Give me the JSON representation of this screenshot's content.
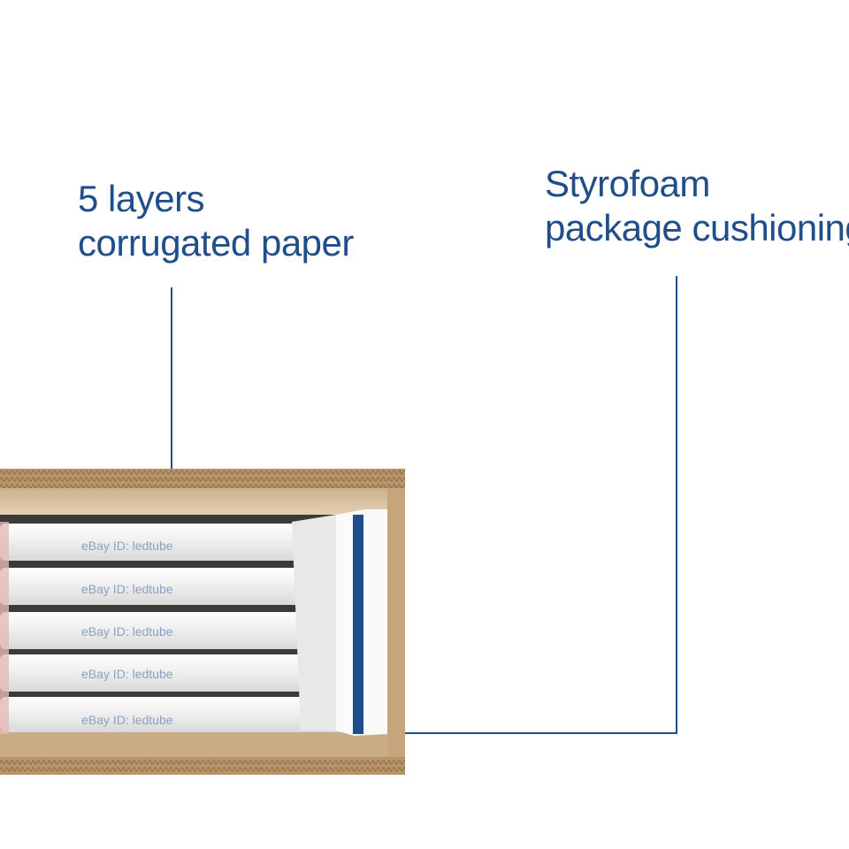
{
  "labels": {
    "left": {
      "line1": "5 layers",
      "line2": "corrugated paper"
    },
    "right": {
      "line1": "Styrofoam",
      "line2": "package cushioning"
    }
  },
  "tubes": [
    {
      "label": "eBay ID: ledtube"
    },
    {
      "label": "eBay ID: ledtube"
    },
    {
      "label": "eBay ID: ledtube"
    },
    {
      "label": "eBay ID: ledtube"
    },
    {
      "label": "eBay ID: ledtube"
    }
  ],
  "colors": {
    "annotation": "#1f4e8a",
    "cardboard": "#b8946a",
    "cardboard_inner": "#d9c3a4",
    "tube": "#f2f2f2",
    "foam": "#fafafa",
    "accent_bar": "#1f4e8a"
  }
}
